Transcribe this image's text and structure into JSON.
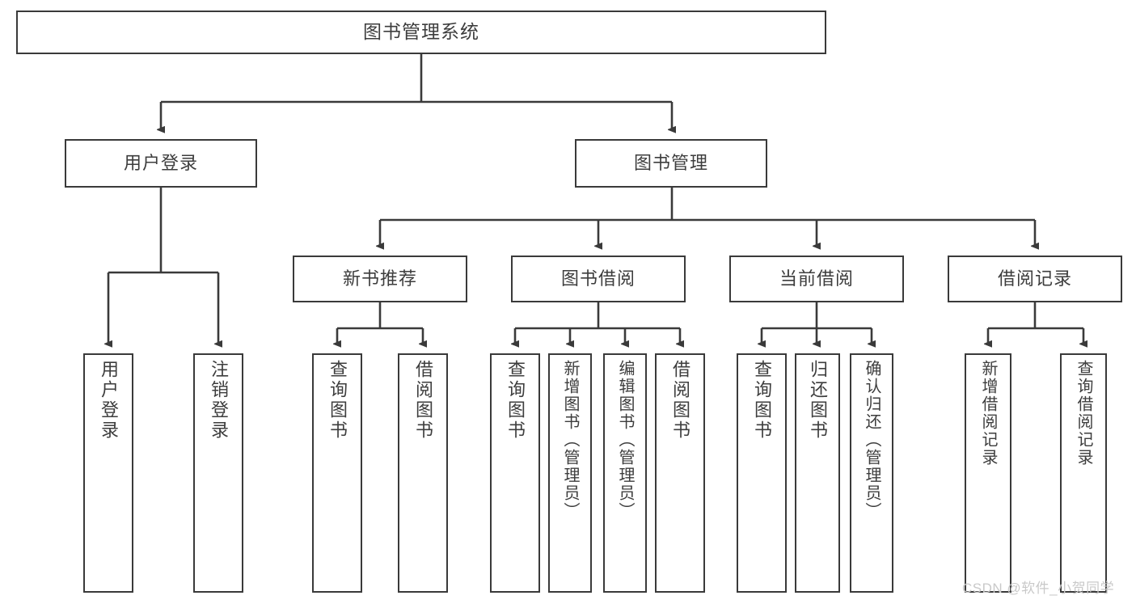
{
  "diagram": {
    "type": "tree-hierarchy",
    "title": "图书管理系统",
    "root": {
      "label": "图书管理系统"
    },
    "level1": [
      {
        "label": "用户登录"
      },
      {
        "label": "图书管理"
      }
    ],
    "level2": [
      {
        "label": "新书推荐"
      },
      {
        "label": "图书借阅"
      },
      {
        "label": "当前借阅"
      },
      {
        "label": "借阅记录"
      }
    ],
    "leaves": {
      "user_login": [
        {
          "label": "用户登录"
        },
        {
          "label": "注销登录"
        }
      ],
      "new_book_recommend": [
        {
          "label": "查询图书"
        },
        {
          "label": "借阅图书"
        }
      ],
      "book_borrow": [
        {
          "label": "查询图书"
        },
        {
          "label": "新增图书（管理员）"
        },
        {
          "label": "编辑图书（管理员）"
        },
        {
          "label": "借阅图书"
        }
      ],
      "current_borrow": [
        {
          "label": "查询图书"
        },
        {
          "label": "归还图书"
        },
        {
          "label": "确认归还（管理员）"
        }
      ],
      "borrow_record": [
        {
          "label": "新增借阅记录"
        },
        {
          "label": "查询借阅记录"
        }
      ]
    }
  },
  "watermark": {
    "text": "CSDN @软件_小贺同学"
  },
  "colors": {
    "border": "#3a3a3a",
    "text": "#3d3d3d",
    "background": "#ffffff",
    "watermark": "#c9c9c9"
  }
}
